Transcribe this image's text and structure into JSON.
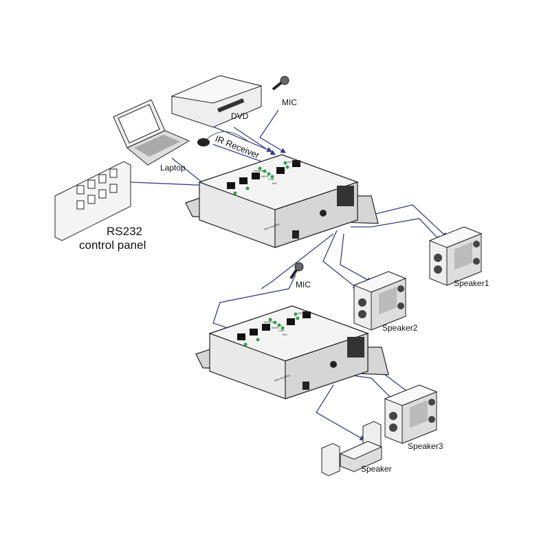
{
  "labels": {
    "dvd": "DVD",
    "mic_top": "MIC",
    "ir_receiver": "IR Receiver",
    "laptop": "Laptop",
    "rs232_line1": "RS232",
    "rs232_line2": "control panel",
    "mic_bottom": "MIC",
    "speaker1": "Speaker1",
    "speaker2": "Speaker2",
    "speaker3": "Speaker3",
    "speaker": "Speaker"
  },
  "amplifier": {
    "name": "Mini Amplifier",
    "buttons": [
      "MUTE",
      "INPUT SEL"
    ],
    "indicators": [
      "TREBLE",
      "BASS",
      "LINE",
      "MIC"
    ],
    "led_color": "#2fa04a"
  },
  "colors": {
    "wire": "#3a3f8a"
  }
}
